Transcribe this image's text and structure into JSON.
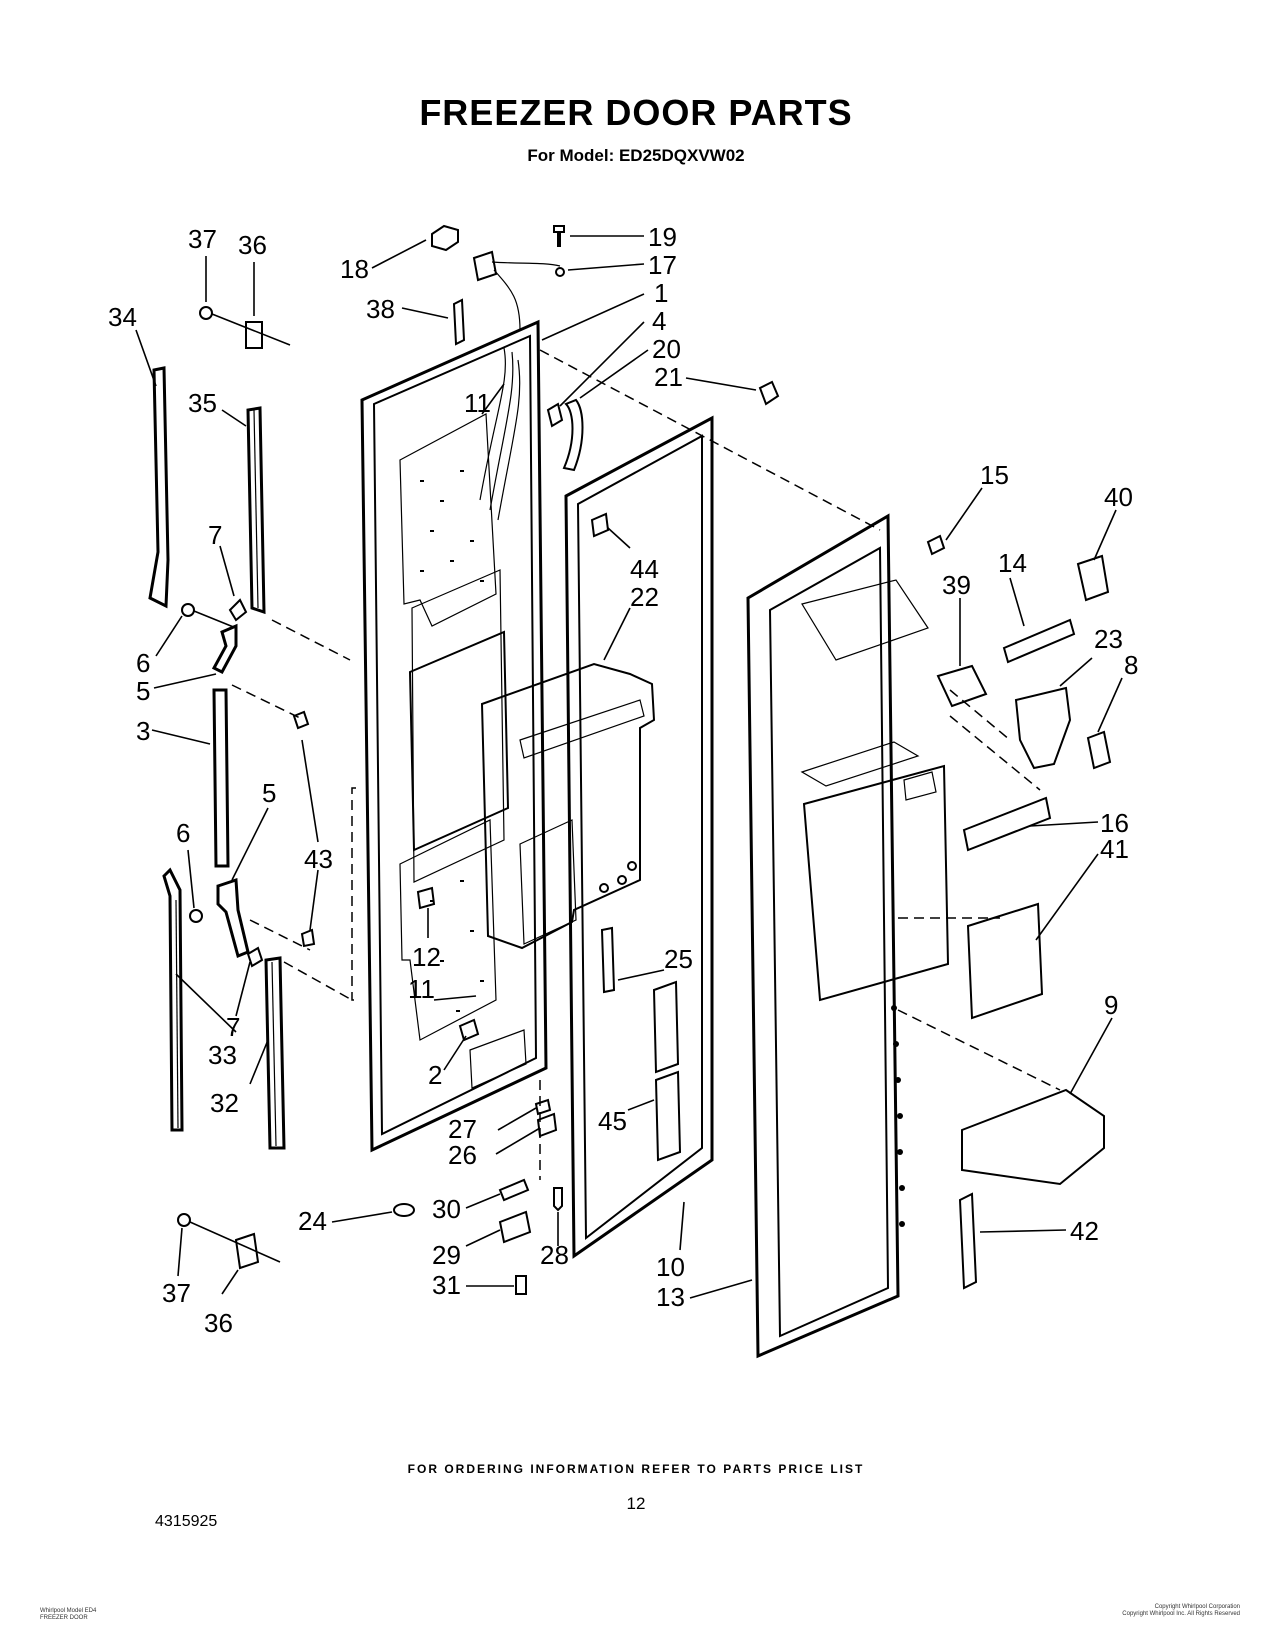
{
  "header": {
    "title": "FREEZER DOOR PARTS",
    "subtitle": "For Model: ED25DQXVW02"
  },
  "footer": {
    "ordering_note": "FOR ORDERING INFORMATION REFER TO PARTS PRICE LIST",
    "page_number": "12",
    "document_number": "4315925"
  },
  "callouts": [
    {
      "id": "c37a",
      "label": "37"
    },
    {
      "id": "c36a",
      "label": "36"
    },
    {
      "id": "c34",
      "label": "34"
    },
    {
      "id": "c35",
      "label": "35"
    },
    {
      "id": "c7a",
      "label": "7"
    },
    {
      "id": "c6a",
      "label": "6"
    },
    {
      "id": "c5a",
      "label": "5"
    },
    {
      "id": "c3",
      "label": "3"
    },
    {
      "id": "c6b",
      "label": "6"
    },
    {
      "id": "c5b",
      "label": "5"
    },
    {
      "id": "c43",
      "label": "43"
    },
    {
      "id": "c7b",
      "label": "7"
    },
    {
      "id": "c33",
      "label": "33"
    },
    {
      "id": "c32",
      "label": "32"
    },
    {
      "id": "c37b",
      "label": "37"
    },
    {
      "id": "c36b",
      "label": "36"
    },
    {
      "id": "c18",
      "label": "18"
    },
    {
      "id": "c38",
      "label": "38"
    },
    {
      "id": "c19",
      "label": "19"
    },
    {
      "id": "c17",
      "label": "17"
    },
    {
      "id": "c1",
      "label": "1"
    },
    {
      "id": "c4",
      "label": "4"
    },
    {
      "id": "c20",
      "label": "20"
    },
    {
      "id": "c21",
      "label": "21"
    },
    {
      "id": "c11a",
      "label": "11"
    },
    {
      "id": "c44",
      "label": "44"
    },
    {
      "id": "c22",
      "label": "22"
    },
    {
      "id": "c12",
      "label": "12"
    },
    {
      "id": "c11b",
      "label": "11"
    },
    {
      "id": "c2",
      "label": "2"
    },
    {
      "id": "c25",
      "label": "25"
    },
    {
      "id": "c27",
      "label": "27"
    },
    {
      "id": "c26",
      "label": "26"
    },
    {
      "id": "c45",
      "label": "45"
    },
    {
      "id": "c24",
      "label": "24"
    },
    {
      "id": "c30",
      "label": "30"
    },
    {
      "id": "c29",
      "label": "29"
    },
    {
      "id": "c28",
      "label": "28"
    },
    {
      "id": "c31",
      "label": "31"
    },
    {
      "id": "c10",
      "label": "10"
    },
    {
      "id": "c13",
      "label": "13"
    },
    {
      "id": "c15",
      "label": "15"
    },
    {
      "id": "c40",
      "label": "40"
    },
    {
      "id": "c14",
      "label": "14"
    },
    {
      "id": "c39",
      "label": "39"
    },
    {
      "id": "c23",
      "label": "23"
    },
    {
      "id": "c8",
      "label": "8"
    },
    {
      "id": "c16",
      "label": "16"
    },
    {
      "id": "c41",
      "label": "41"
    },
    {
      "id": "c9",
      "label": "9"
    },
    {
      "id": "c42",
      "label": "42"
    }
  ],
  "fine_print": {
    "left_line1": "Whirlpool Model ED4",
    "left_line2": "FREEZER DOOR",
    "right_line1": "Copyright Whirlpool Corporation",
    "right_line2": "Copyright Whirlpool Inc. All Rights Reserved"
  }
}
